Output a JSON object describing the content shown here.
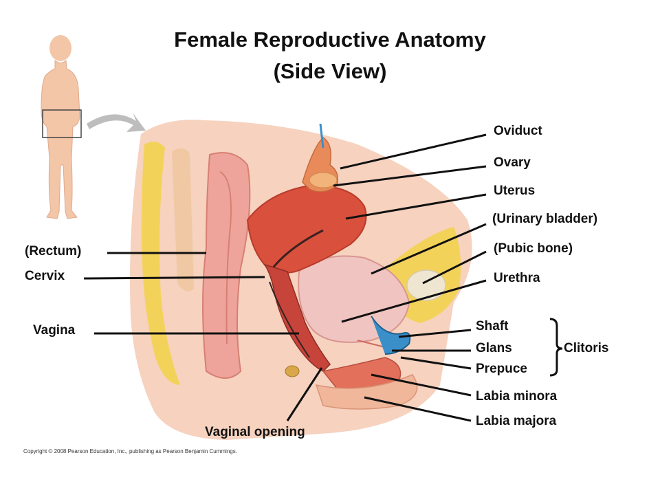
{
  "title_line1": "Female Reproductive Anatomy",
  "title_line2": "(Side View)",
  "labels": {
    "oviduct": "Oviduct",
    "ovary": "Ovary",
    "uterus": "Uterus",
    "urinary_bladder": "(Urinary bladder)",
    "pubic_bone": "(Pubic bone)",
    "urethra": "Urethra",
    "shaft": "Shaft",
    "glans": "Glans",
    "clitoris": "Clitoris",
    "prepuce": "Prepuce",
    "labia_minora": "Labia minora",
    "labia_majora": "Labia majora",
    "rectum": "(Rectum)",
    "cervix": "Cervix",
    "vagina": "Vagina",
    "vaginal_opening": "Vaginal opening"
  },
  "copyright": "Copyright © 2008 Pearson Education, Inc., publishing as Pearson Benjamin Cummings.",
  "colors": {
    "tissue_pink": "#f2b9a8",
    "muscle_red": "#d9503c",
    "fat_yellow": "#f3d25a",
    "bladder_pink": "#f0c4c0",
    "bone_beige": "#efe6d2",
    "skin": "#f6d2bf",
    "body_silhouette": "#f3c6a8",
    "blue_vessel": "#3a8fc9"
  }
}
